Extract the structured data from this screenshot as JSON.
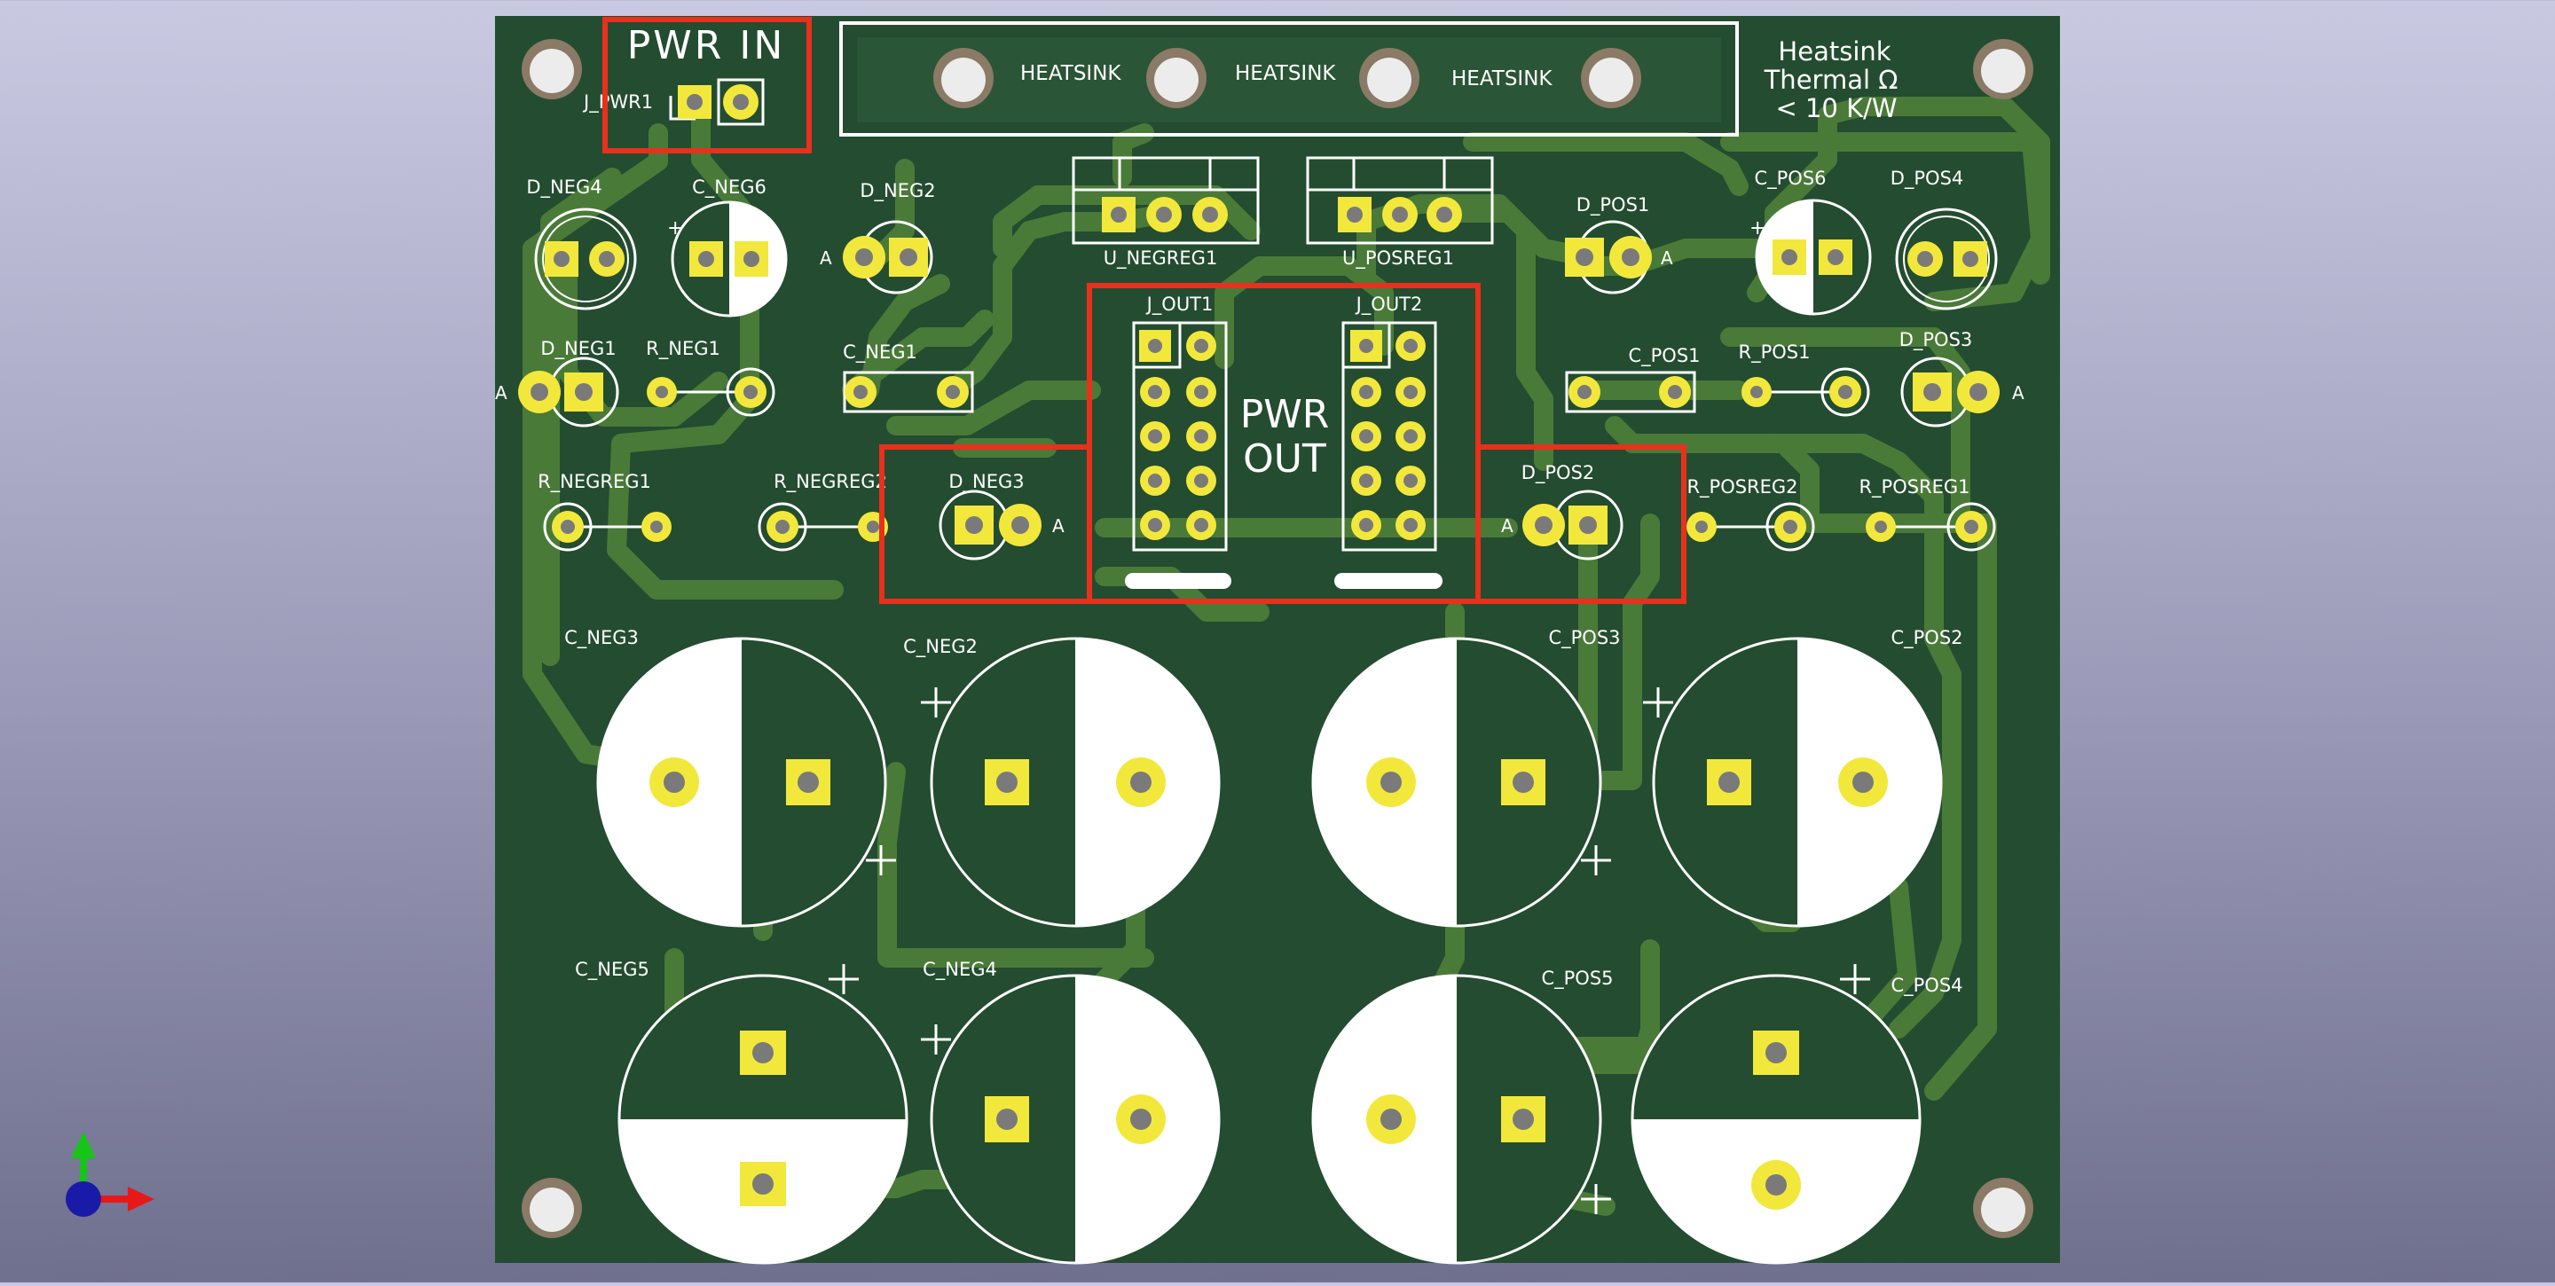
{
  "viewer": {
    "background_top": "#c9c9e2",
    "background_bottom": "#6f6f8e",
    "axis_gizmo": {
      "y_color": "#18c418",
      "x_color": "#e81818",
      "z_color": "#1a1aa8"
    }
  },
  "board": {
    "color": "#244c30",
    "trace_color": "#4a7a38",
    "pad_color": "#f2e83c",
    "silk_color": "#ffffff",
    "highlight_color": "#e8301c"
  },
  "labels": {
    "pwr_in": "PWR IN",
    "pwr_out_line1": "PWR",
    "pwr_out_line2": "OUT",
    "heatsink_1": "HEATSINK",
    "heatsink_2": "HEATSINK",
    "heatsink_3": "HEATSINK",
    "heatsink_note_1": "Heatsink",
    "heatsink_note_2": "Thermal Ω",
    "heatsink_note_3": "< 10 K/W",
    "anode": "A"
  },
  "refs": {
    "J_PWR1": "J_PWR1",
    "D_NEG4": "D_NEG4",
    "C_NEG6": "C_NEG6",
    "D_NEG2": "D_NEG2",
    "U_NEGREG1": "U_NEGREG1",
    "U_POSREG1": "U_POSREG1",
    "D_POS1": "D_POS1",
    "C_POS6": "C_POS6",
    "D_POS4": "D_POS4",
    "D_NEG1": "D_NEG1",
    "R_NEG1": "R_NEG1",
    "C_NEG1": "C_NEG1",
    "J_OUT1": "J_OUT1",
    "J_OUT2": "J_OUT2",
    "C_POS1": "C_POS1",
    "R_POS1": "R_POS1",
    "D_POS3": "D_POS3",
    "R_NEGREG1": "R_NEGREG1",
    "R_NEGREG2": "R_NEGREG2",
    "D_NEG3": "D_NEG3",
    "D_POS2": "D_POS2",
    "R_POSREG2": "R_POSREG2",
    "R_POSREG1": "R_POSREG1",
    "C_NEG3": "C_NEG3",
    "C_NEG2": "C_NEG2",
    "C_POS3": "C_POS3",
    "C_POS2": "C_POS2",
    "C_NEG5": "C_NEG5",
    "C_NEG4": "C_NEG4",
    "C_POS5": "C_POS5",
    "C_POS4": "C_POS4"
  }
}
